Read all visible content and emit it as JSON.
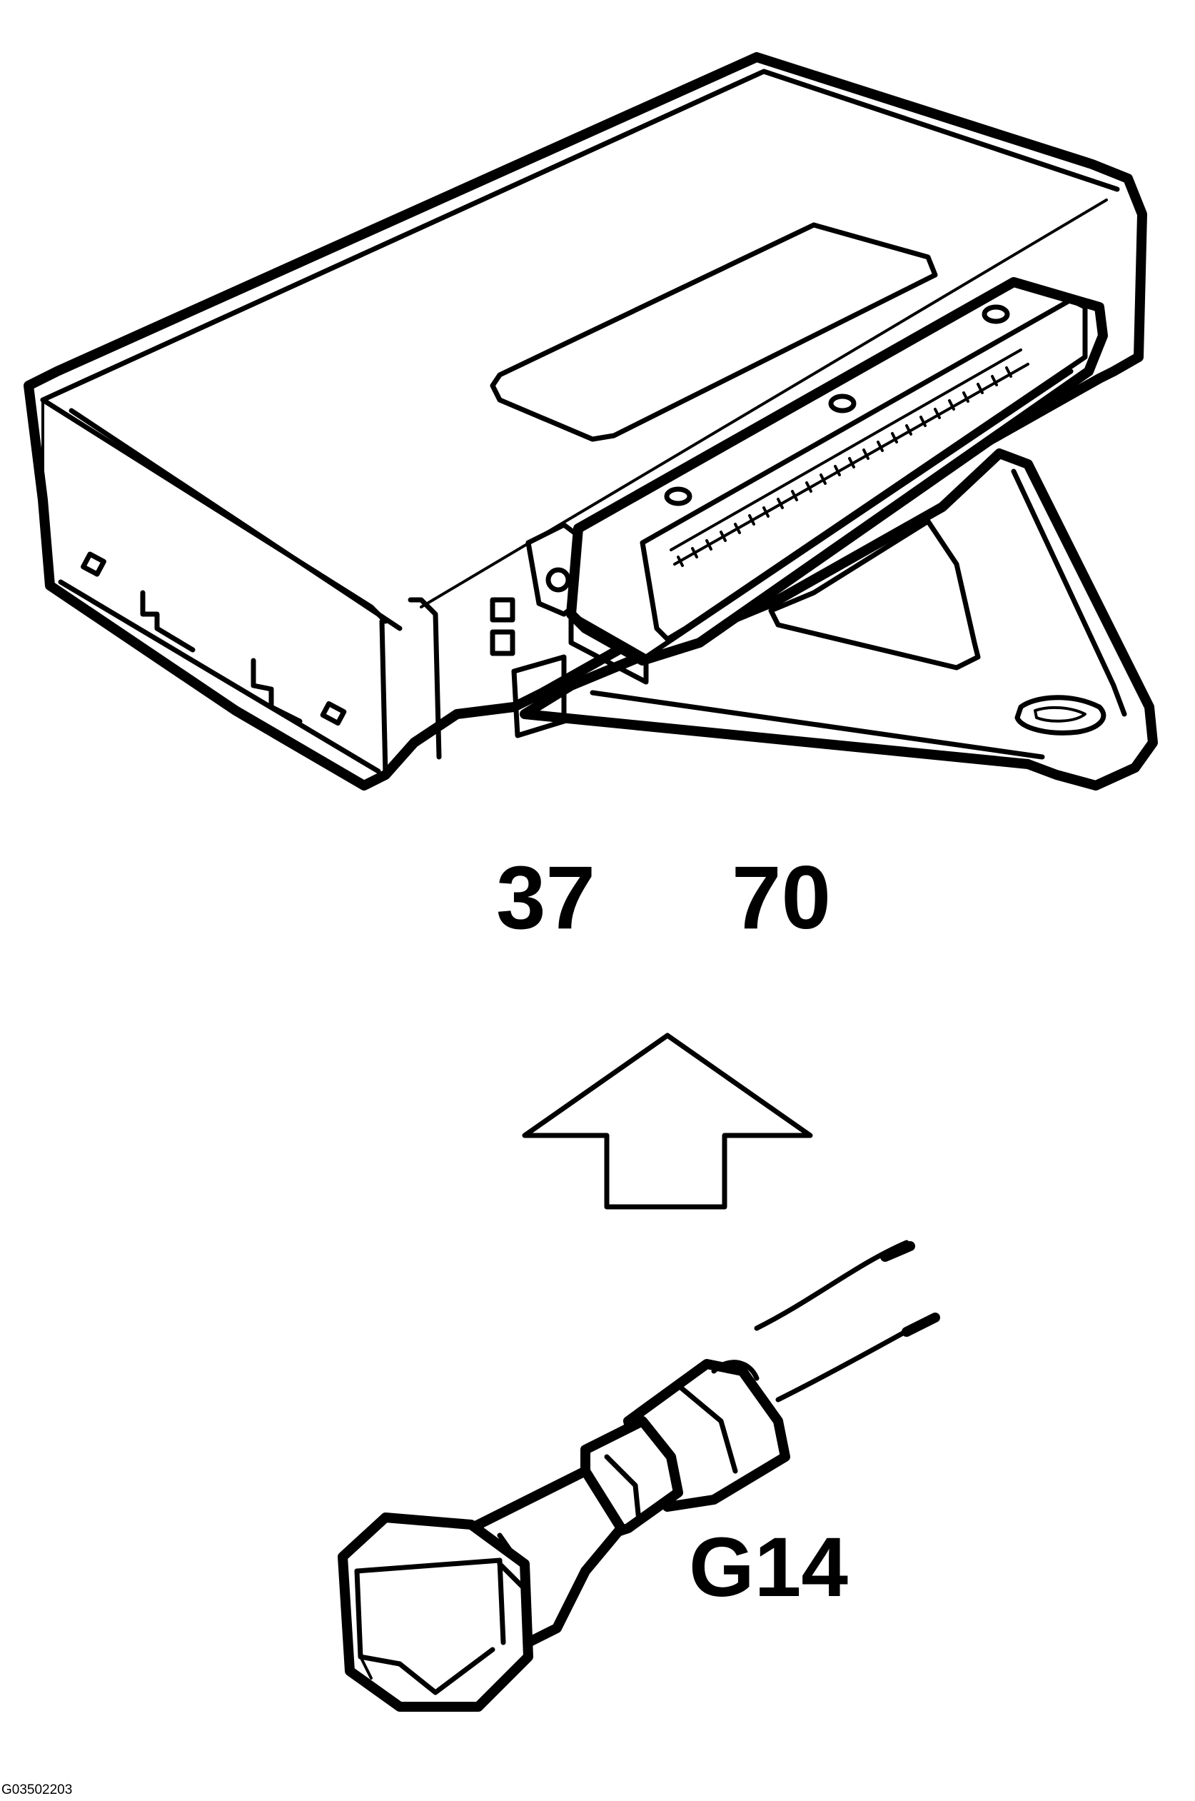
{
  "labels": {
    "pin_a": "37",
    "pin_b": "70",
    "ground_point": "G14",
    "figure_id": "G03502203"
  },
  "icons": {
    "control_module": "control-module-icon",
    "arrow": "arrow-up-icon",
    "ring_terminal": "ring-terminal-icon"
  }
}
